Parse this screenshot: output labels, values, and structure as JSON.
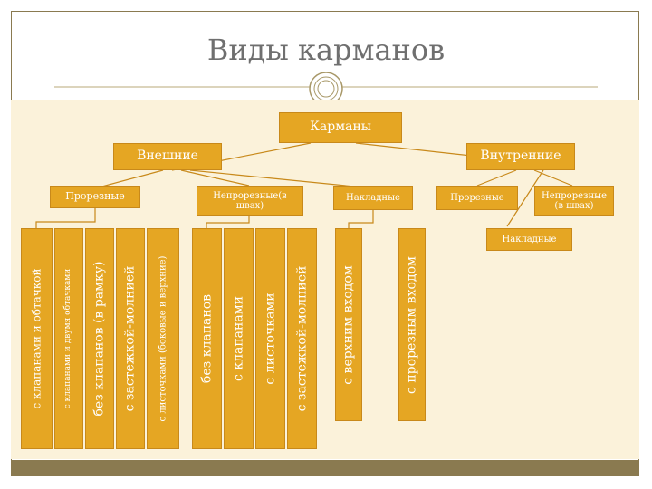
{
  "title": "Виды карманов",
  "root": "Карманы",
  "external": {
    "label": "Внешние",
    "slit": "Прорезные",
    "nonslit": "Непрорезные(в швах)",
    "patch": "Накладные"
  },
  "internal": {
    "label": "Внутренние",
    "slit": "Прорезные",
    "nonslit": "Непрорезные (в швах)",
    "patch": "Накладные"
  },
  "slit_types": [
    "с клапанами и обтачкой",
    "с клапанами и двумя обтачками",
    "без клапанов (в рамку)",
    "с застежкой-молнией",
    "с листочками (боковые и верхние)"
  ],
  "nonslit_types": [
    "без клапанов",
    "с клапанами",
    "с листочками",
    "с застежкой-молнией"
  ],
  "patch_types": [
    "с верхним входом",
    "с прорезным входом"
  ],
  "colors": {
    "box": "#e5a623",
    "background": "#fbf2da",
    "frame": "#8a7a50"
  }
}
